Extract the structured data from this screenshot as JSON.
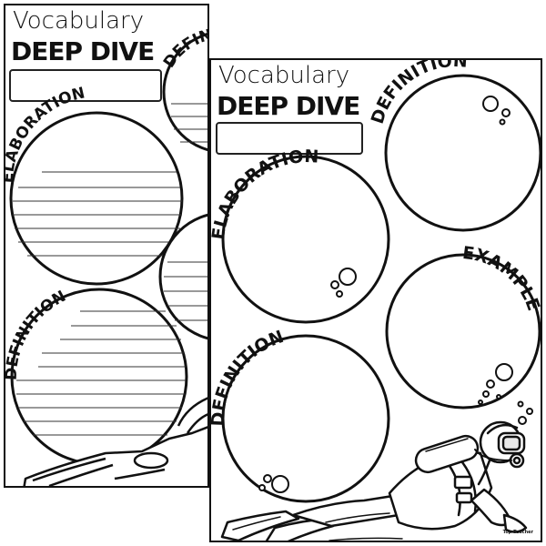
{
  "back_sheet": {
    "title_small": "Vocabulary",
    "title_big": "DEEP DIVE",
    "labels": {
      "definition_top": "DEFINITION",
      "elaboration": "ELABORATION",
      "definition_bottom": "DEFINITION"
    }
  },
  "front_sheet": {
    "title_small": "Vocabulary",
    "title_big": "DEEP DIVE",
    "labels": {
      "definition": "DEFINITION",
      "elaboration": "ELABORATION",
      "example": "EXAMPLE",
      "definition_bottom": "DEFINITION"
    },
    "credit": "Top Teacher"
  },
  "icons": {
    "diver": "scuba-diver-illustration",
    "bubbles": "bubble-cluster"
  }
}
